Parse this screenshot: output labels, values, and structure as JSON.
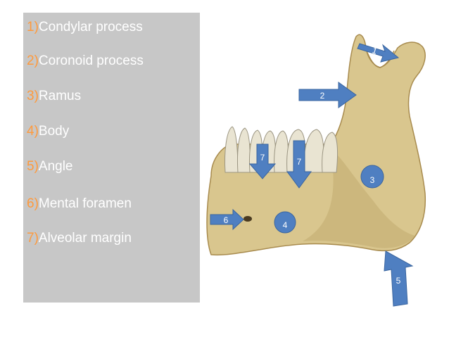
{
  "legend": {
    "items": [
      {
        "number": "1)",
        "label": "Condylar process"
      },
      {
        "number": "2)",
        "label": "Coronoid process"
      },
      {
        "number": "3)",
        "label": "Ramus"
      },
      {
        "number": "4)",
        "label": "Body"
      },
      {
        "number": "5)",
        "label": "Angle"
      },
      {
        "number": "6)",
        "label": "Mental foramen"
      },
      {
        "number": "7)",
        "label": "Alveolar margin"
      }
    ]
  },
  "markers": {
    "arrow_1": "1",
    "arrow_2": "2",
    "circle_3": "3",
    "circle_4": "4",
    "arrow_5": "5",
    "arrow_6": "6",
    "arrow_7a": "7",
    "arrow_7b": "7"
  },
  "colors": {
    "legend_bg": "#c7c7c7",
    "legend_text": "#ffffff",
    "legend_number": "#ff9a3c",
    "marker_fill": "#4f7fc1",
    "marker_stroke": "#3a659f",
    "bone": "#d9c68e",
    "bone_shadow": "#b59a5c",
    "teeth": "#e9e4d2"
  }
}
